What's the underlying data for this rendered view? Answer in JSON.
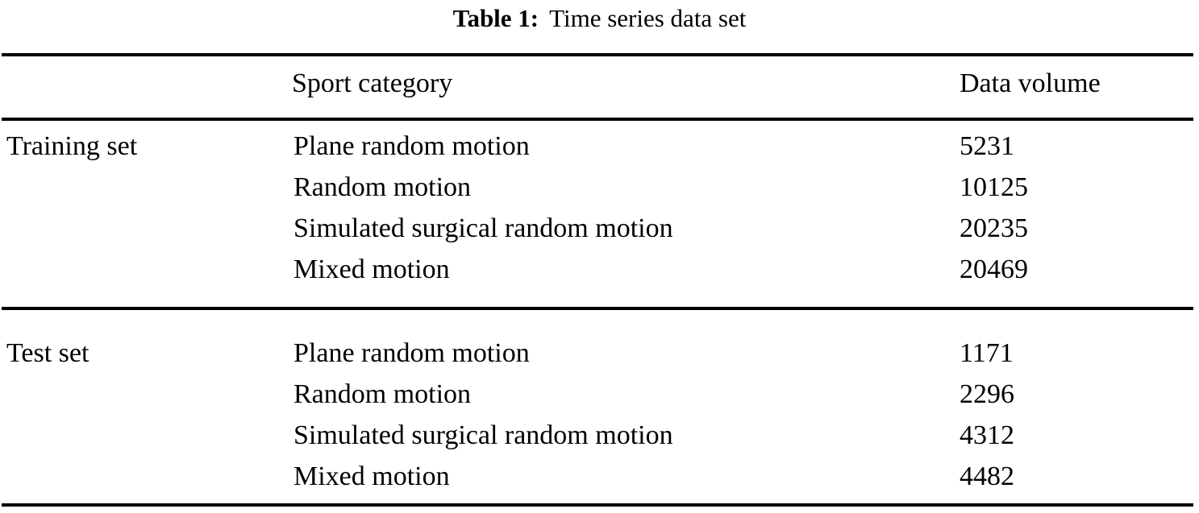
{
  "caption": {
    "label": "Table 1:",
    "text": "Time series data set"
  },
  "table": {
    "columns": [
      {
        "key": "group",
        "header": ""
      },
      {
        "key": "sport",
        "header": "Sport category"
      },
      {
        "key": "volume",
        "header": "Data volume"
      }
    ],
    "sections": [
      {
        "group_label": "Training set",
        "rows": [
          {
            "sport": "Plane random motion",
            "volume": "5231"
          },
          {
            "sport": "Random motion",
            "volume": "10125"
          },
          {
            "sport": "Simulated surgical random motion",
            "volume": "20235"
          },
          {
            "sport": "Mixed motion",
            "volume": "20469"
          }
        ]
      },
      {
        "group_label": "Test set",
        "rows": [
          {
            "sport": "Plane random motion",
            "volume": "1171"
          },
          {
            "sport": "Random motion",
            "volume": "2296"
          },
          {
            "sport": "Simulated surgical random motion",
            "volume": "4312"
          },
          {
            "sport": "Mixed motion",
            "volume": "4482"
          }
        ]
      }
    ]
  },
  "style": {
    "text_color": "#000000",
    "background_color": "#ffffff",
    "rule_color": "#000000"
  }
}
